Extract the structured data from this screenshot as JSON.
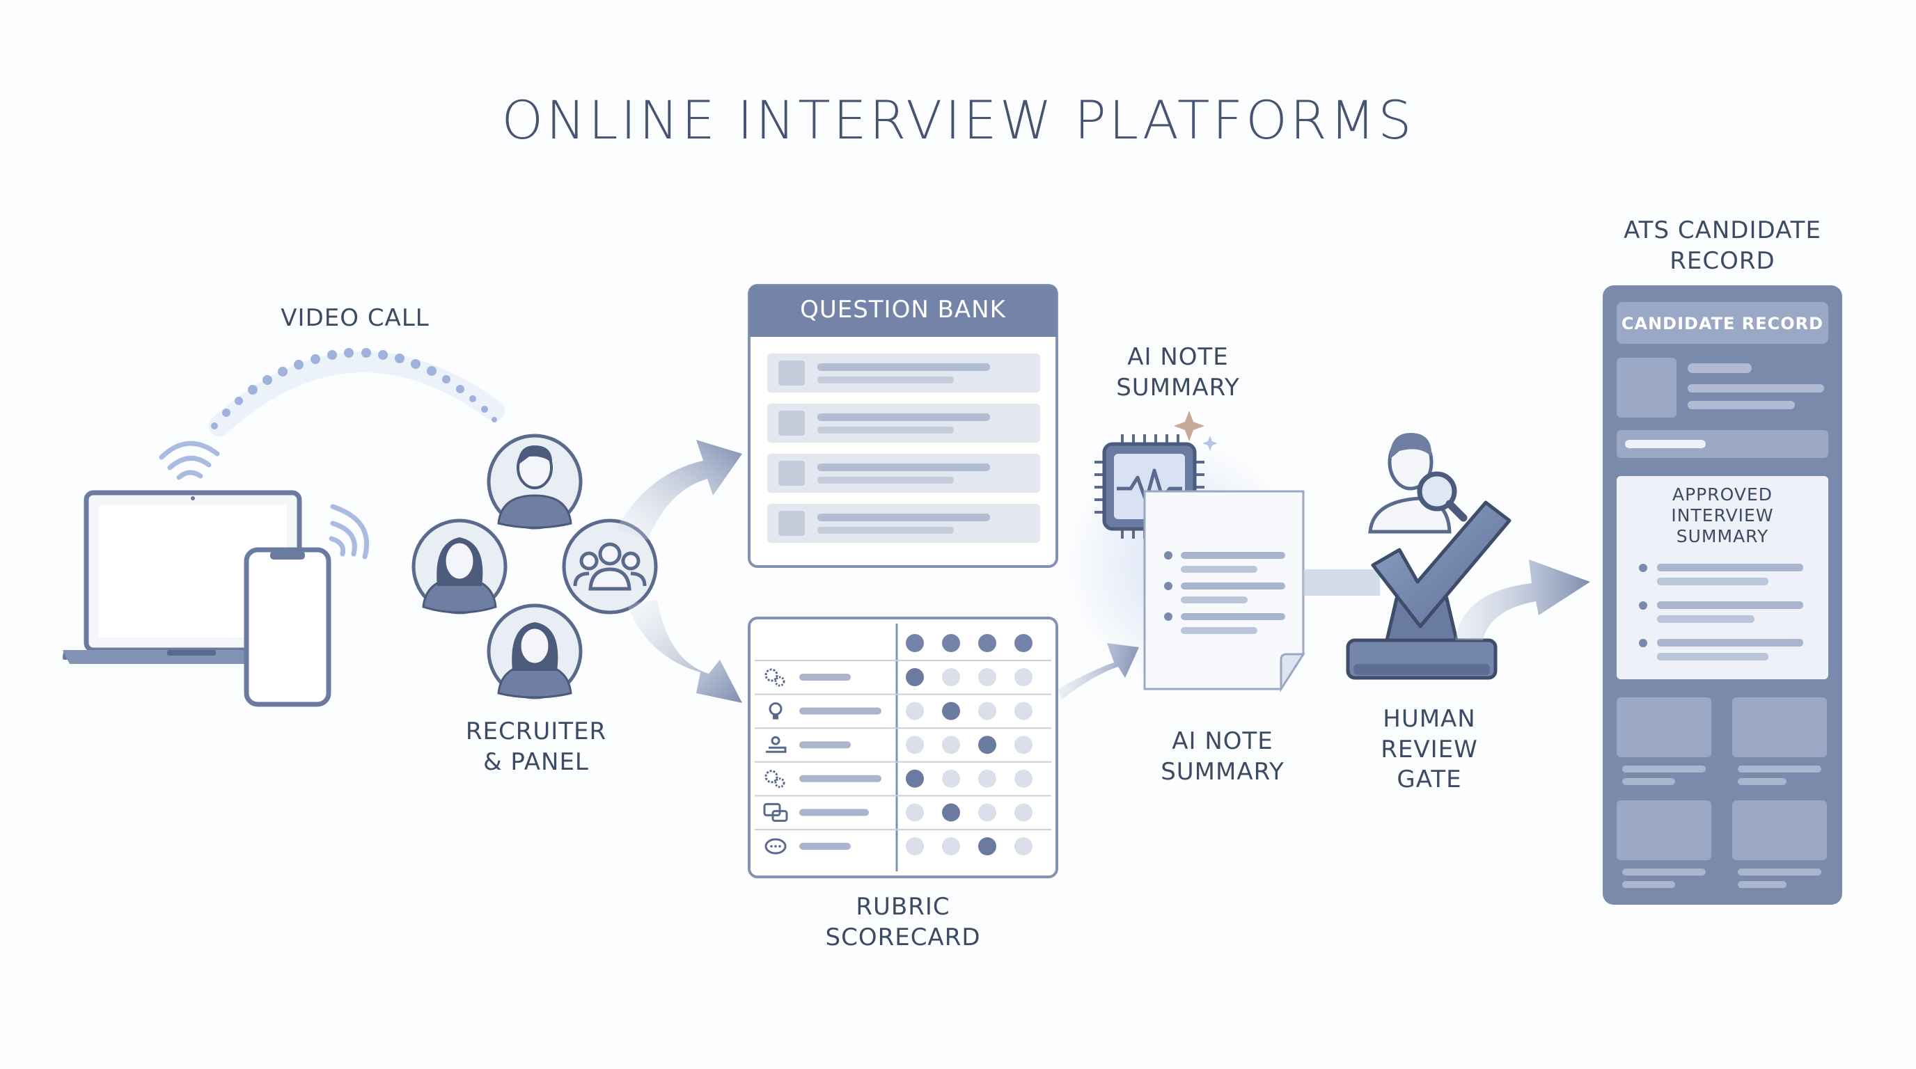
{
  "title": "ONLINE INTERVIEW PLATFORMS",
  "labels": {
    "video_call": "VIDEO CALL",
    "recruiter_panel": [
      "RECRUITER",
      "& PANEL"
    ],
    "question_bank": "QUESTION BANK",
    "rubric_scorecard": [
      "RUBRIC",
      "SCORECARD"
    ],
    "ai_note_summary_top": [
      "AI NOTE",
      "SUMMARY"
    ],
    "ai_note_summary_bottom": [
      "AI NOTE",
      "SUMMARY"
    ],
    "human_review_gate": [
      "HUMAN",
      "REVIEW",
      "GATE"
    ],
    "ats_candidate_record": [
      "ATS CANDIDATE",
      "RECORD"
    ],
    "candidate_record_header": "CANDIDATE RECORD",
    "approved_summary": [
      "APPROVED",
      "INTERVIEW",
      "SUMMARY"
    ]
  },
  "rubric": {
    "row_icons": [
      "gears-icon",
      "lightbulb-icon",
      "hand-pin-icon",
      "gears-icon",
      "chat-bubbles-icon",
      "speech-bubble-icon"
    ],
    "selected_levels": [
      1,
      2,
      3,
      1,
      2,
      3
    ],
    "levels": 4
  },
  "colors": {
    "text": "#3d4a63",
    "slate": "#6f7fa2",
    "slate_dark": "#5a6a8c",
    "panel_bg": "#7a8aab",
    "light": "#e6eaf2",
    "accent_sparkle": "#c9a89a"
  }
}
